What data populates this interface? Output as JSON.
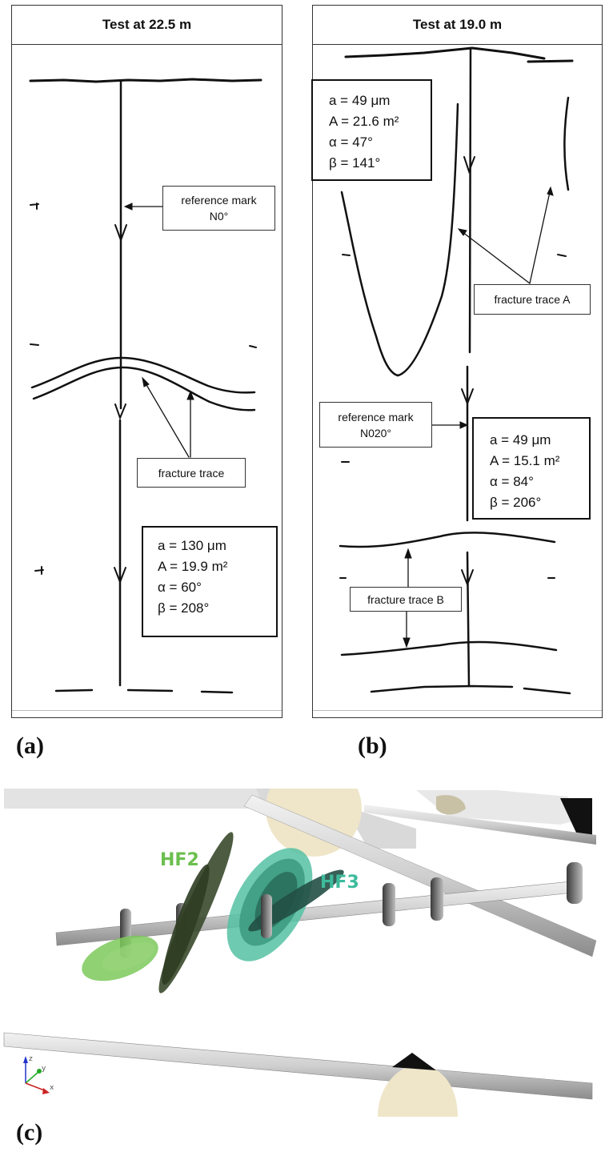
{
  "panel_a": {
    "title": "Test at 22.5 m",
    "reference_label_line1": "reference mark",
    "reference_label_line2": "N0°",
    "fracture_label": "fracture trace",
    "params": [
      "a = 130 μm",
      "A = 19.9 m²",
      "α = 60°",
      "β = 208°"
    ],
    "caption": "(a)"
  },
  "panel_b": {
    "title": "Test at 19.0 m",
    "params_1": [
      "a = 49 μm",
      "A = 21.6 m²",
      "α = 47°",
      "β = 141°"
    ],
    "params_2": [
      "a = 49 μm",
      "A = 15.1 m²",
      "α = 84°",
      "β = 206°"
    ],
    "fracture_a_label": "fracture trace A",
    "fracture_b_label": "fracture trace B",
    "reference_label_line1": "reference mark",
    "reference_label_line2": "N020°",
    "caption": "(b)"
  },
  "panel_c": {
    "label_hf2": "HF2",
    "label_hf3": "HF3",
    "hf2_color": "#6bbf4e",
    "hf3_color": "#3dbb9c",
    "axis_z": "z",
    "axis_y": "y",
    "axis_x": "x",
    "caption": "(c)"
  }
}
